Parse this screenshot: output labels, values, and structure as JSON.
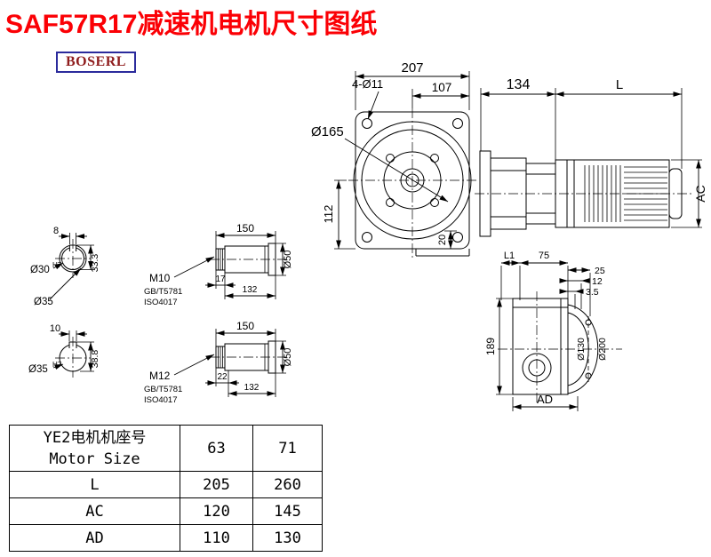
{
  "page": {
    "title": "SAF57R17减速机电机尺寸图纸",
    "brand": "BOSERL"
  },
  "front_view": {
    "width": "207",
    "bolt_holes": "4-Ø11",
    "half_width": "107",
    "flange_dia": "Ø165",
    "center_height": "112",
    "bottom_step": "20"
  },
  "side_view": {
    "gearbox_length": "134",
    "motor_length": "L",
    "motor_height": "AC"
  },
  "output_view": {
    "l1": "L1",
    "seg75": "75",
    "seg25": "25",
    "seg12": "12",
    "seg3_5": "3.5",
    "height": "189",
    "bolt_circle": "Ø130",
    "flange_dia": "Ø200",
    "width": "AD"
  },
  "shaft_a": {
    "key_width": "8",
    "bore": "Ø30",
    "bore_tol": "H7",
    "key_depth": "33.3",
    "outer_dia": "Ø35",
    "length": "150",
    "thread": "M10",
    "standard_1": "GB/T5781",
    "standard_2": "ISO4017",
    "thread_len": "17",
    "body_len": "132",
    "collar_dia": "Ø50"
  },
  "shaft_b": {
    "key_width": "10",
    "bore": "Ø35",
    "bore_tol": "H7",
    "key_depth": "38.8",
    "length": "150",
    "thread": "M12",
    "standard_1": "GB/T5781",
    "standard_2": "ISO4017",
    "thread_len": "22",
    "body_len": "132",
    "collar_dia": "Ø50"
  },
  "table": {
    "header_cn": "YE2电机机座号",
    "header_en": "Motor Size",
    "sizes": [
      "63",
      "71"
    ],
    "rows": [
      {
        "label": "L",
        "values": [
          "205",
          "260"
        ]
      },
      {
        "label": "AC",
        "values": [
          "120",
          "145"
        ]
      },
      {
        "label": "AD",
        "values": [
          "110",
          "130"
        ]
      }
    ]
  }
}
